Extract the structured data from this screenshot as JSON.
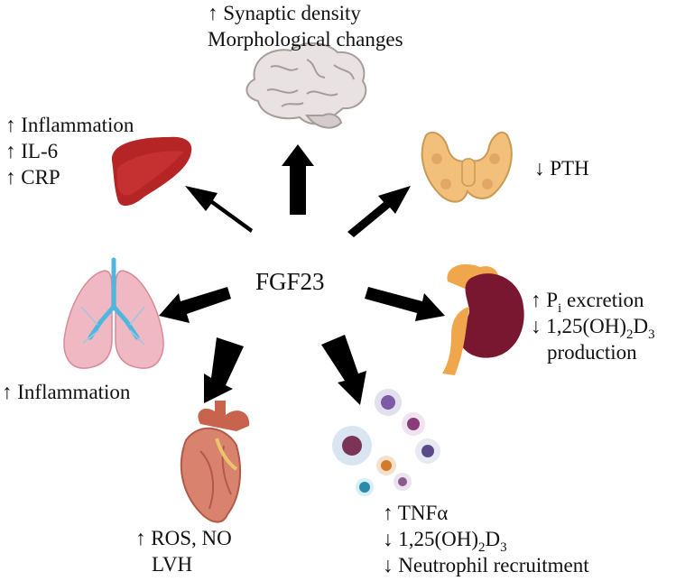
{
  "center": {
    "label": "FGF23"
  },
  "organs": {
    "brain": {
      "icon": "brain-icon",
      "lines": [
        "↑ Synaptic density",
        "Morphological changes"
      ]
    },
    "liver": {
      "icon": "liver-icon",
      "lines": [
        "↑ Inflammation",
        "↑ IL-6",
        "↑ CRP"
      ]
    },
    "parathyroid": {
      "icon": "parathyroid-icon",
      "lines": [
        "↓ PTH"
      ]
    },
    "kidney": {
      "icon": "kidney-icon",
      "line1_prefix": "↑ P",
      "line1_sub": "i",
      "line1_suffix": " excretion",
      "line2_prefix": "↓ 1,25(OH)",
      "line2_sub1": "2",
      "line2_mid": "D",
      "line2_sub2": "3",
      "line3": "production"
    },
    "lungs": {
      "icon": "lungs-icon",
      "lines": [
        "↑ Inflammation"
      ]
    },
    "heart": {
      "icon": "heart-icon",
      "lines": [
        "↑ ROS, NO",
        "LVH"
      ]
    },
    "immune": {
      "icon": "immune-cells-icon",
      "line1": "↑ TNFα",
      "line2_prefix": "↓ 1,25(OH)",
      "line2_sub1": "2",
      "line2_mid": "D",
      "line2_sub2": "3",
      "line3": "↓ Neutrophil recruitment"
    }
  },
  "colors": {
    "arrow": "#000000",
    "liver": "#b52525",
    "parathyroid": "#f2c07a",
    "kidney": "#7a1730",
    "adrenal": "#f0a64a",
    "lungs": "#f0b8c2",
    "airway": "#4fb7df",
    "heart": "#d9826e",
    "brain": "#e9e2e2"
  }
}
